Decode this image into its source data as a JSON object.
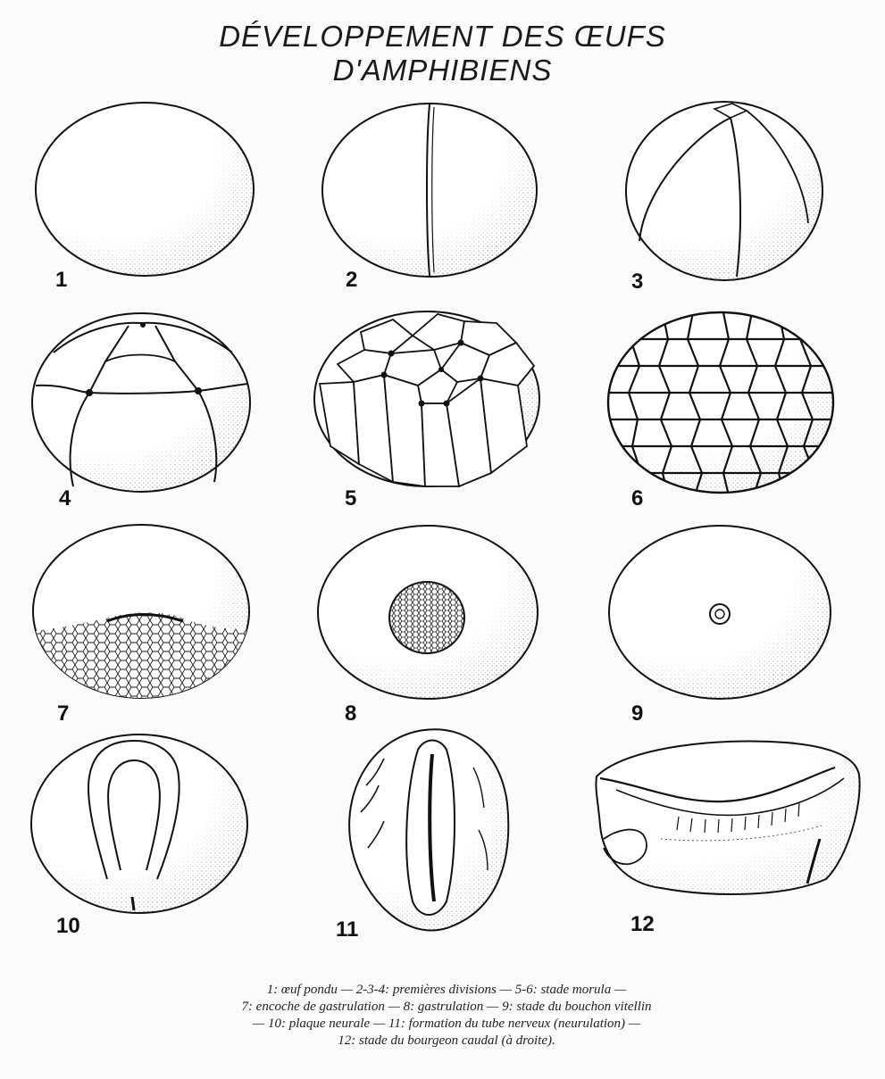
{
  "title": {
    "line1": "DÉVELOPPEMENT DES ŒUFS",
    "line2": "D'AMPHIBIENS"
  },
  "stages": [
    {
      "number": "1"
    },
    {
      "number": "2"
    },
    {
      "number": "3"
    },
    {
      "number": "4"
    },
    {
      "number": "5"
    },
    {
      "number": "6"
    },
    {
      "number": "7"
    },
    {
      "number": "8"
    },
    {
      "number": "9"
    },
    {
      "number": "10"
    },
    {
      "number": "11"
    },
    {
      "number": "12"
    }
  ],
  "caption": {
    "line1": "1: œuf pondu — 2-3-4: premières divisions — 5-6: stade morula —",
    "line2": "7: encoche de gastrulation — 8: gastrulation — 9: stade du bouchon vitellin",
    "line3": "— 10: plaque neurale — 11: formation du tube nerveux (neurulation) —",
    "line4": "12: stade du bourgeon caudal (à droite)."
  }
}
